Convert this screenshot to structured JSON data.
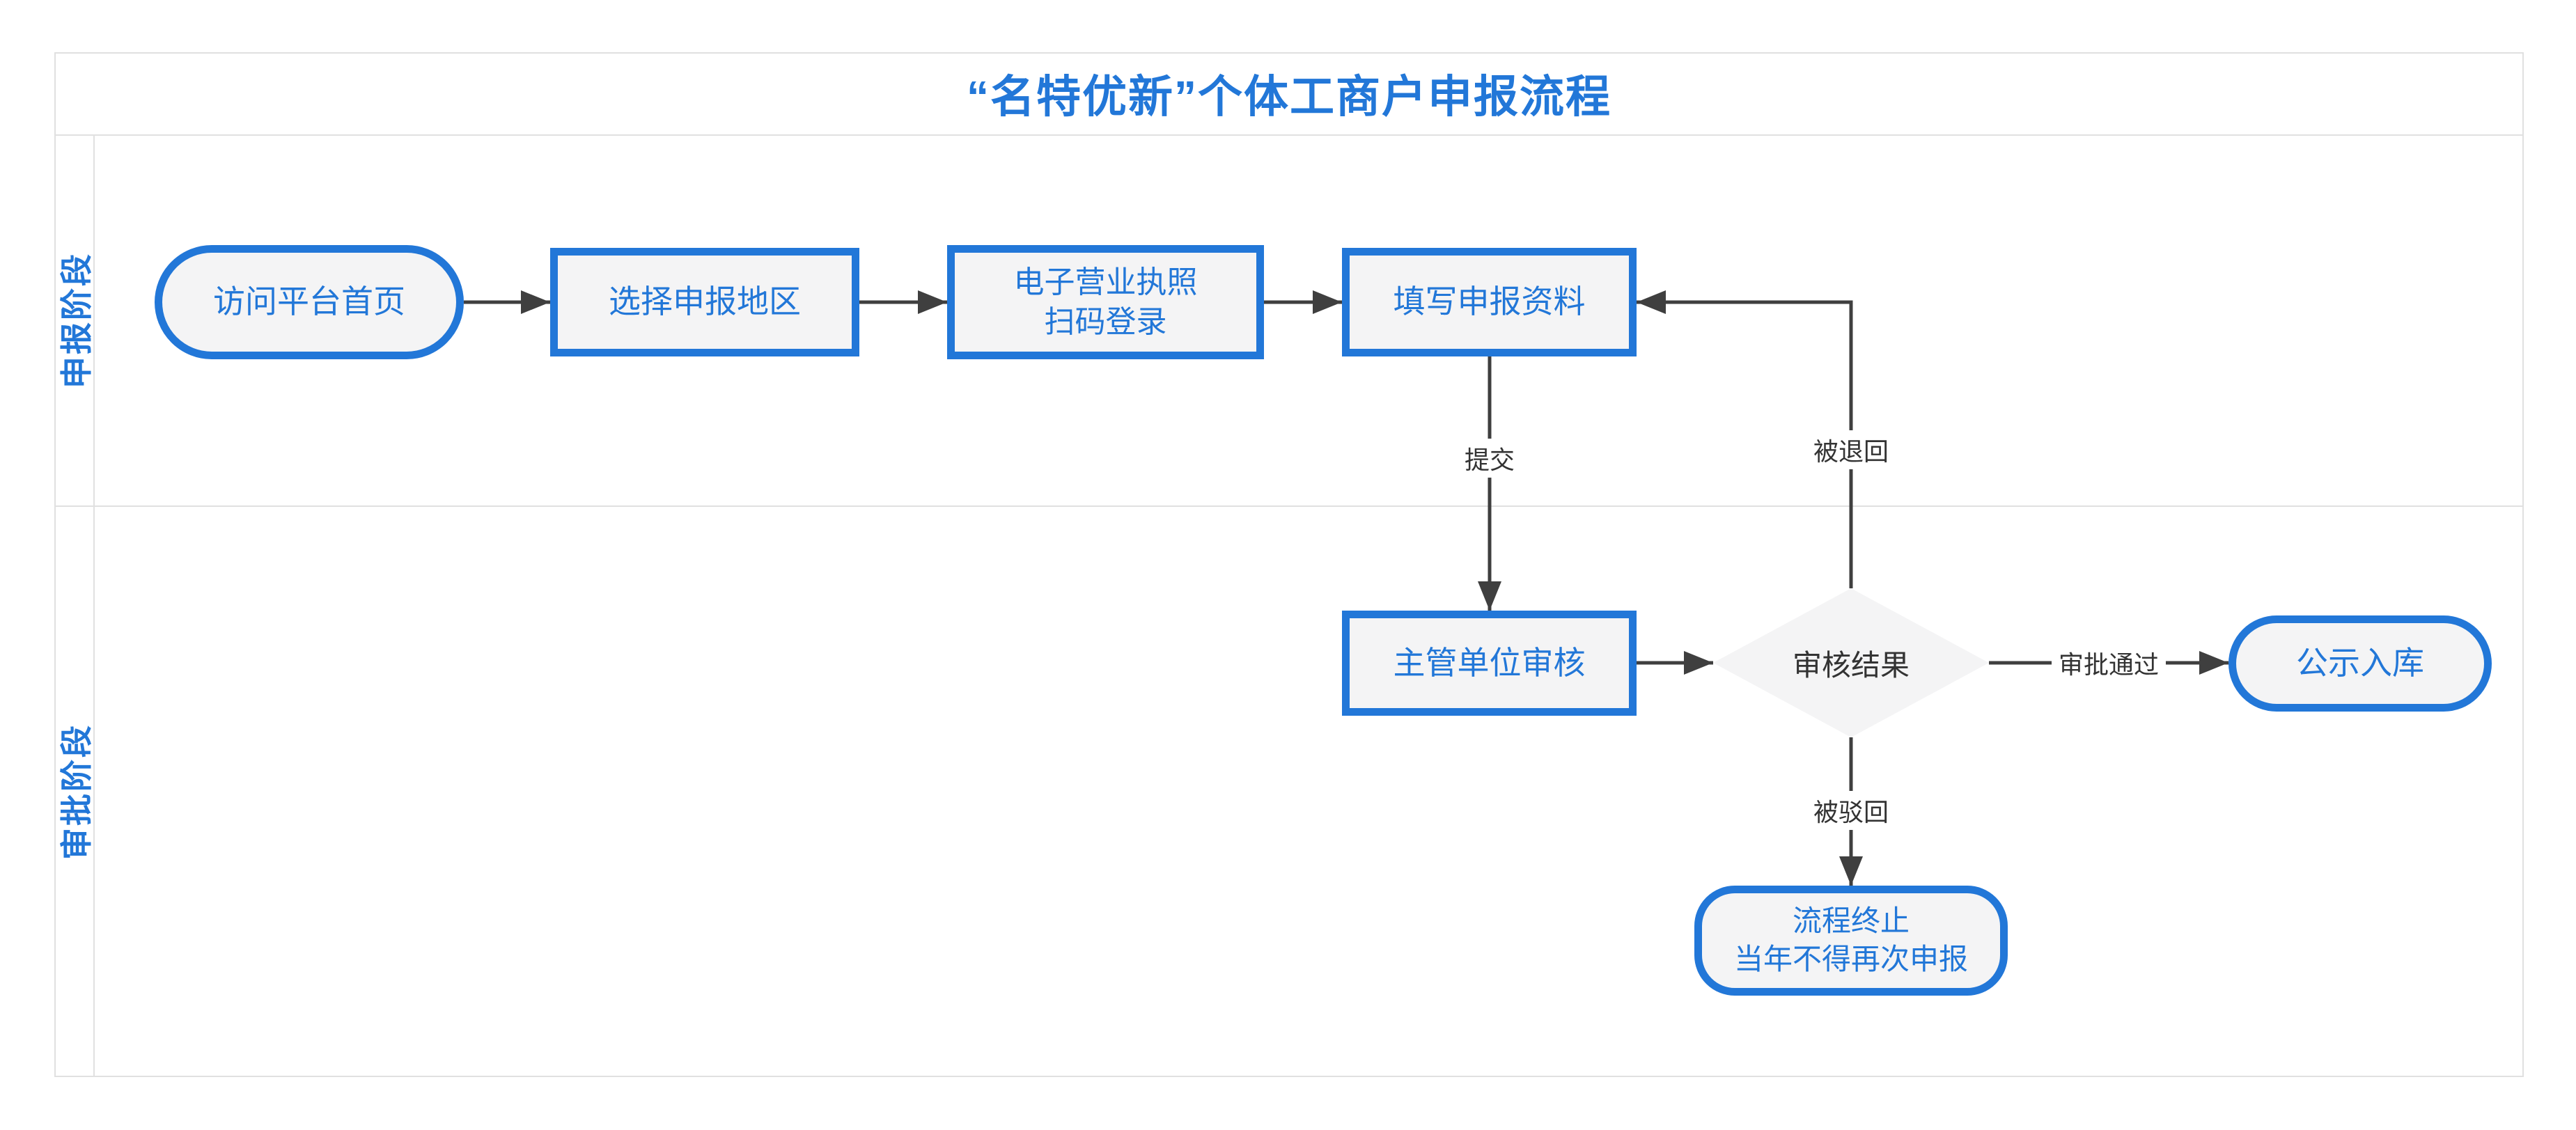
{
  "title": "“名特优新”个体工商户申报流程",
  "lanes": {
    "stage1": "申报阶段",
    "stage2": "审批阶段"
  },
  "nodes": {
    "visit_home": {
      "label": "访问平台首页"
    },
    "select_region": {
      "label": "选择申报地区"
    },
    "license_login": {
      "line1": "电子营业执照",
      "line2": "扫码登录"
    },
    "fill_materials": {
      "label": "填写申报资料"
    },
    "authority_review": {
      "label": "主管单位审核"
    },
    "review_result": {
      "label": "审核结果"
    },
    "publish_store": {
      "label": "公示入库"
    },
    "terminate": {
      "line1": "流程终止",
      "line2": "当年不得再次申报"
    }
  },
  "edge_labels": {
    "submit": "提交",
    "returned": "被退回",
    "approved": "审批通过",
    "rejected": "被驳回"
  },
  "colors": {
    "accent_blue": "#2277d8",
    "node_fill": "#f4f4f5",
    "connector": "#3f3f3f",
    "frame_border": "#e0e0e0",
    "edge_label_text": "#333333"
  }
}
